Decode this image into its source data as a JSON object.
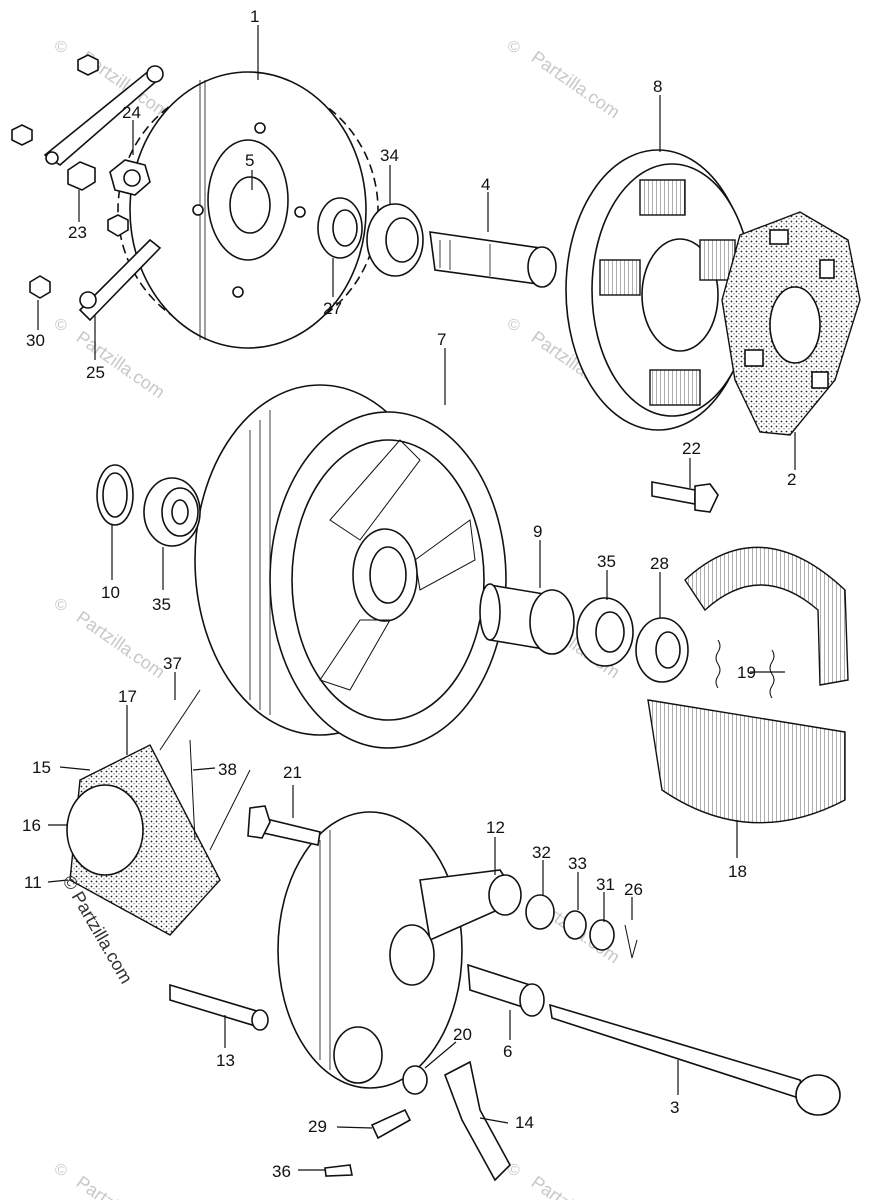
{
  "watermark": {
    "text": "Partzilla.com",
    "copyright_symbol": "©"
  },
  "bottom_watermark": {
    "text": "© Partzilla.com"
  },
  "callouts": [
    {
      "id": "1",
      "label": "1"
    },
    {
      "id": "2",
      "label": "2"
    },
    {
      "id": "3",
      "label": "3"
    },
    {
      "id": "4",
      "label": "4"
    },
    {
      "id": "5",
      "label": "5"
    },
    {
      "id": "6",
      "label": "6"
    },
    {
      "id": "7",
      "label": "7"
    },
    {
      "id": "8",
      "label": "8"
    },
    {
      "id": "9",
      "label": "9"
    },
    {
      "id": "10",
      "label": "10"
    },
    {
      "id": "11",
      "label": "11"
    },
    {
      "id": "12",
      "label": "12"
    },
    {
      "id": "13",
      "label": "13"
    },
    {
      "id": "14",
      "label": "14"
    },
    {
      "id": "15",
      "label": "15"
    },
    {
      "id": "16",
      "label": "16"
    },
    {
      "id": "17",
      "label": "17"
    },
    {
      "id": "18",
      "label": "18"
    },
    {
      "id": "19",
      "label": "19"
    },
    {
      "id": "20",
      "label": "20"
    },
    {
      "id": "21",
      "label": "21"
    },
    {
      "id": "22",
      "label": "22"
    },
    {
      "id": "23",
      "label": "23"
    },
    {
      "id": "24",
      "label": "24"
    },
    {
      "id": "25",
      "label": "25"
    },
    {
      "id": "26",
      "label": "26"
    },
    {
      "id": "27",
      "label": "27"
    },
    {
      "id": "28",
      "label": "28"
    },
    {
      "id": "29",
      "label": "29"
    },
    {
      "id": "30",
      "label": "30"
    },
    {
      "id": "31",
      "label": "31"
    },
    {
      "id": "32",
      "label": "32"
    },
    {
      "id": "33",
      "label": "33"
    },
    {
      "id": "34",
      "label": "34"
    },
    {
      "id": "35a",
      "label": "35"
    },
    {
      "id": "35b",
      "label": "35"
    },
    {
      "id": "36",
      "label": "36"
    },
    {
      "id": "37",
      "label": "37"
    },
    {
      "id": "38",
      "label": "38"
    }
  ]
}
